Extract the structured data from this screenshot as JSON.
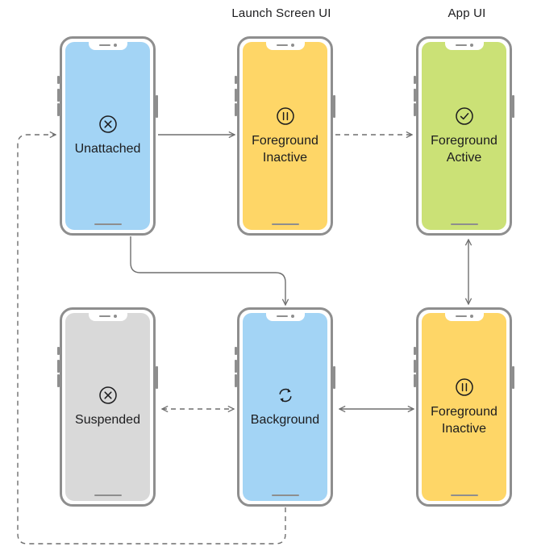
{
  "column_headers": {
    "launch_screen_ui": "Launch Screen UI",
    "app_ui": "App UI"
  },
  "colors": {
    "blue": "#a3d4f5",
    "yellow": "#fed667",
    "green": "#cbe176",
    "gray": "#d9d9d9",
    "frame": "#8e8e8e",
    "arrow": "#6e6e6e"
  },
  "states": {
    "unattached": {
      "label": "Unattached",
      "icon": "x-circle-icon"
    },
    "foreground_inactive_top": {
      "label": "Foreground\nInactive",
      "icon": "pause-circle-icon"
    },
    "foreground_active": {
      "label": "Foreground\nActive",
      "icon": "checkmark-circle-icon"
    },
    "suspended": {
      "label": "Suspended",
      "icon": "x-circle-icon"
    },
    "background": {
      "label": "Background",
      "icon": "refresh-cycle-icon"
    },
    "foreground_inactive_bottom": {
      "label": "Foreground\nInactive",
      "icon": "pause-circle-icon"
    }
  },
  "transitions": [
    {
      "from": "Unattached",
      "to": "Foreground Inactive",
      "style": "solid",
      "direction": "one-way"
    },
    {
      "from": "Foreground Inactive",
      "to": "Foreground Active",
      "style": "dashed",
      "direction": "one-way"
    },
    {
      "from": "Unattached",
      "to": "Background",
      "style": "solid",
      "direction": "one-way"
    },
    {
      "from": "Foreground Active",
      "to": "Foreground Inactive",
      "style": "solid",
      "direction": "two-way"
    },
    {
      "from": "Background",
      "to": "Foreground Inactive",
      "style": "solid",
      "direction": "two-way"
    },
    {
      "from": "Suspended",
      "to": "Background",
      "style": "dashed",
      "direction": "two-way"
    },
    {
      "from": "Background",
      "to": "Unattached",
      "style": "dashed",
      "direction": "one-way"
    }
  ]
}
